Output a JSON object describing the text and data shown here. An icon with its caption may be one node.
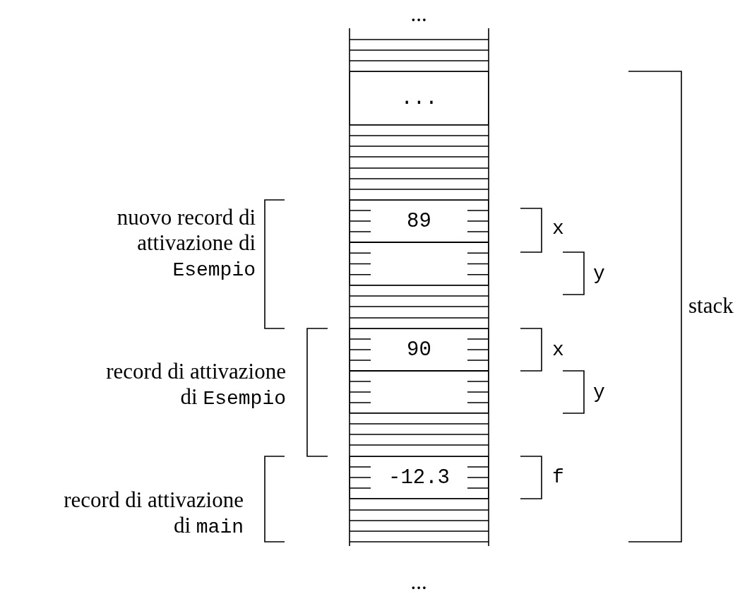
{
  "diagram": {
    "nodes": [
      {
        "text": [
          "..."
        ]
      },
      {
        "text": [
          "89"
        ]
      },
      {
        "text": [],
        "shape": "box"
      },
      {
        "text": [
          "90"
        ]
      },
      {
        "text": [],
        "shape": "box"
      },
      {
        "text": [
          "-12.3"
        ]
      }
    ],
    "edges": [],
    "labels": [
      "...",
      "nuovo record di attivazione di Esempio",
      "x",
      "y",
      "stack",
      "record di attivazione di Esempio",
      "x",
      "y",
      "record di attivazione di main",
      "f",
      "..."
    ]
  }
}
